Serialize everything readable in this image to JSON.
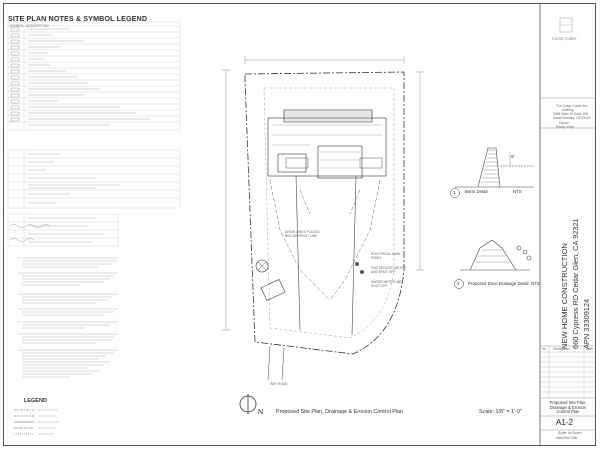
{
  "legend": {
    "title": "SITE PLAN NOTES & SYMBOL LEGEND",
    "column_headers": [
      "SYMBOL",
      "DESCRIPTION"
    ]
  },
  "legend_block": {
    "title": "LEGEND"
  },
  "plan_caption": "Proposed Site Plan, Drainage & Erosion Control Plan",
  "plan_scale": "Scale: 1/8\" = 1'-0\"",
  "north_arrow_label": "N",
  "plan_notes": {
    "drain_lines": "DRAIN LINES PLACED BELOW FROST LINE",
    "electrical": "ELECTRICAL MAIN PANEL",
    "gas_service": "GAS SERVICE METER AND SHUT-OFF",
    "water": "WATER METER AND SHUT-OFF",
    "road": "WAY ROAD"
  },
  "details": {
    "berm": {
      "number": "1",
      "title": "Berm Detail",
      "scale": "NTS",
      "dim": "6\""
    },
    "drive": {
      "number": "2",
      "title": "Proposed Drive Drainage Detail",
      "scale": "NTS"
    }
  },
  "title_block": {
    "firm": "Comp Codes",
    "firm_lines": [
      "The Comp Codes Inc.",
      "Drafting",
      "3455 State St Suite 198",
      "Santa Barbara, CA 93105"
    ],
    "client_label": "Owner:",
    "client_name": "Rocky Vicky",
    "project": "NEW HOME CONSTRUCTION",
    "address": "660 Cypress RD Cedar Glen, CA 92321",
    "apn": "APN 33309124",
    "revision_headers": [
      "No.",
      "Description",
      "Date"
    ],
    "sheet_title": "Proposed Site Plan, Drainage & Erosion Control Plan",
    "sheet_number": "A1-2",
    "scale_note": "Scale: As Noted",
    "date_note": "Date/Plot Date"
  },
  "colors": {
    "line": "#333333",
    "light": "#9a9a9a"
  }
}
